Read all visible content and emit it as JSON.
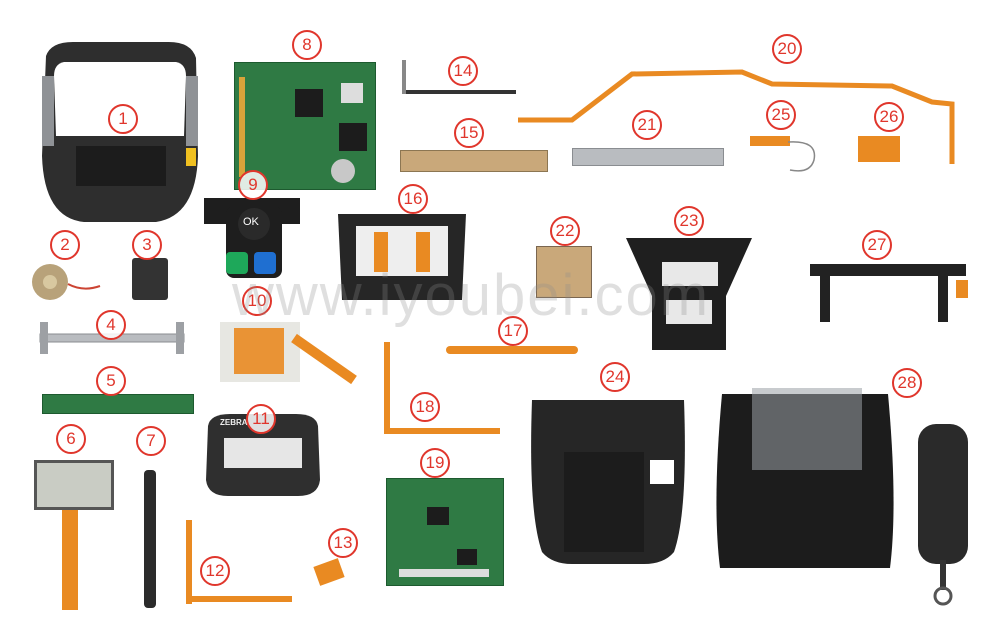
{
  "callouts": [
    "1",
    "2",
    "3",
    "4",
    "5",
    "6",
    "7",
    "8",
    "9",
    "10",
    "11",
    "12",
    "13",
    "14",
    "15",
    "16",
    "17",
    "18",
    "19",
    "20",
    "21",
    "22",
    "23",
    "24",
    "25",
    "26",
    "27",
    "28"
  ],
  "watermark": "www.iyoubei.com",
  "keypad_label": "OK",
  "brand_label": "ZEBRA",
  "colors": {
    "callout": "#e0362c",
    "flex_cable": "#e98a22",
    "pcb": "#2f7a44",
    "housing": "#2b2b2b"
  }
}
